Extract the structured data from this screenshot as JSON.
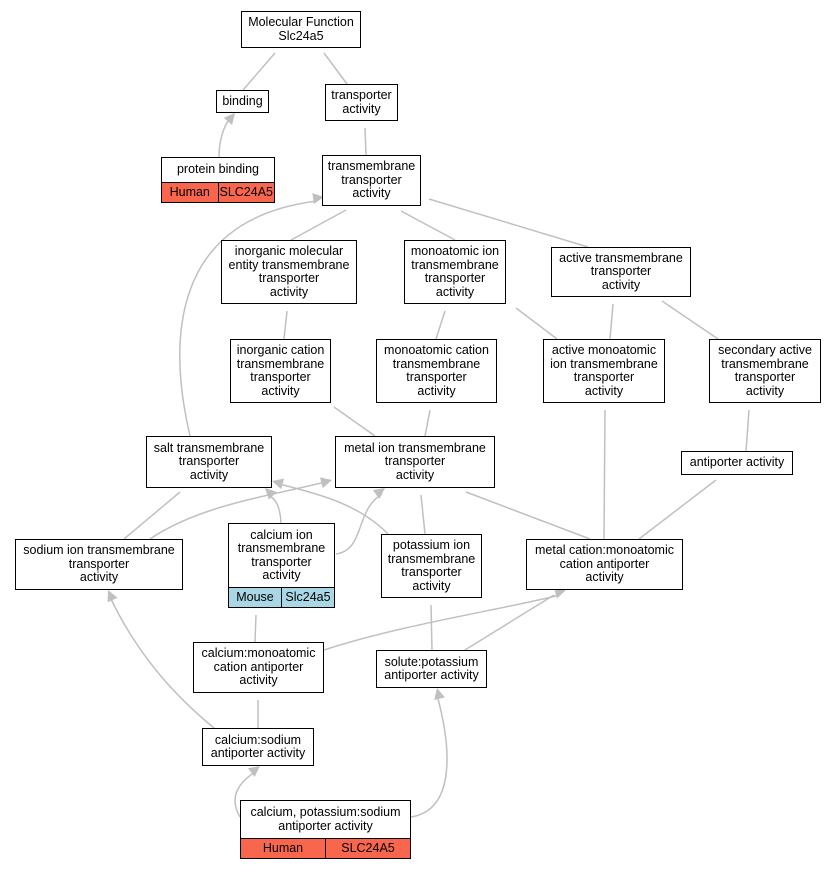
{
  "colors": {
    "edge": "#c0c0c0",
    "human": "#f8664e",
    "mouse": "#a9d7e5",
    "node_border": "#000000",
    "node_fill": "#ffffff"
  },
  "nodes": {
    "root": {
      "label": "Molecular Function\nSlc24a5"
    },
    "binding": {
      "label": "binding"
    },
    "transporter": {
      "label": "transporter\nactivity"
    },
    "protein_binding": {
      "label": "protein binding",
      "species": "Human",
      "gene": "SLC24A5"
    },
    "tm_transporter": {
      "label": "transmembrane\ntransporter\nactivity"
    },
    "inorg_mol": {
      "label": "inorganic molecular\nentity transmembrane\ntransporter\nactivity"
    },
    "monoatomic_ion": {
      "label": "monoatomic ion\ntransmembrane\ntransporter\nactivity"
    },
    "active_tm": {
      "label": "active transmembrane\ntransporter\nactivity"
    },
    "inorg_cation": {
      "label": "inorganic cation\ntransmembrane\ntransporter\nactivity"
    },
    "monoatomic_cation": {
      "label": "monoatomic cation\ntransmembrane\ntransporter\nactivity"
    },
    "active_monoatomic": {
      "label": "active monoatomic\nion transmembrane\ntransporter\nactivity"
    },
    "secondary_active": {
      "label": "secondary active\ntransmembrane\ntransporter\nactivity"
    },
    "salt_tm": {
      "label": "salt transmembrane\ntransporter\nactivity"
    },
    "metal_ion": {
      "label": "metal ion transmembrane\ntransporter\nactivity"
    },
    "antiporter": {
      "label": "antiporter activity"
    },
    "sodium_ion": {
      "label": "sodium ion transmembrane\ntransporter\nactivity"
    },
    "calcium_ion": {
      "label": "calcium ion\ntransmembrane\ntransporter\nactivity",
      "species": "Mouse",
      "gene": "Slc24a5"
    },
    "potassium_ion": {
      "label": "potassium ion\ntransmembrane\ntransporter\nactivity"
    },
    "metal_cation_antiporter": {
      "label": "metal cation:monoatomic\ncation antiporter\nactivity"
    },
    "calcium_monoatomic": {
      "label": "calcium:monoatomic\ncation antiporter\nactivity"
    },
    "solute_potassium": {
      "label": "solute:potassium\nantiporter activity"
    },
    "calcium_sodium": {
      "label": "calcium:sodium\nantiporter activity"
    },
    "calcium_potassium_sodium": {
      "label": "calcium, potassium:sodium\nantiporter activity",
      "species": "Human",
      "gene": "SLC24A5"
    }
  }
}
